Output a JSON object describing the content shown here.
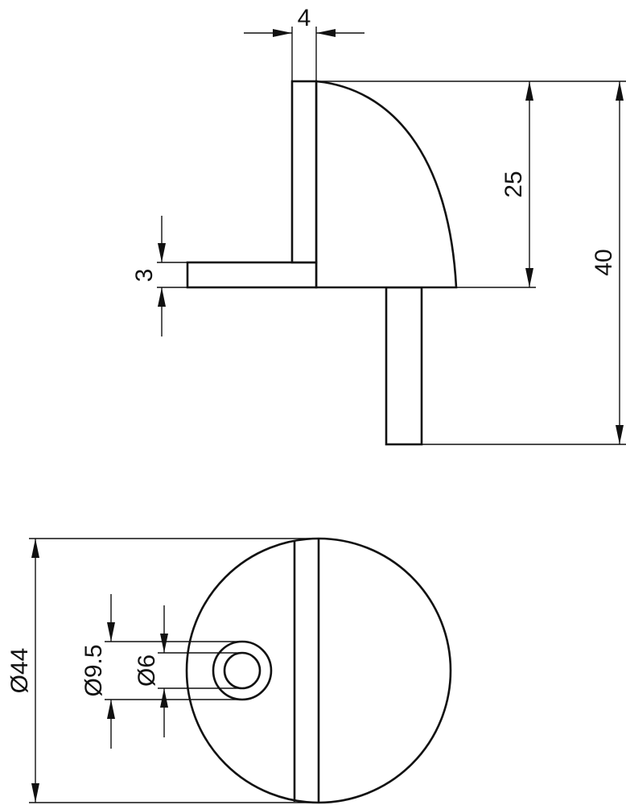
{
  "drawing": {
    "ink_color": "#111111",
    "background": "#ffffff",
    "side_view": {
      "dim_plate_thickness": "4",
      "dim_base_thickness": "3",
      "dim_dome_height": "25",
      "dim_total_height": "40"
    },
    "top_view": {
      "dim_outer_diameter": "Ø44",
      "dim_counterbore": "Ø9.5",
      "dim_hole": "Ø6"
    }
  }
}
